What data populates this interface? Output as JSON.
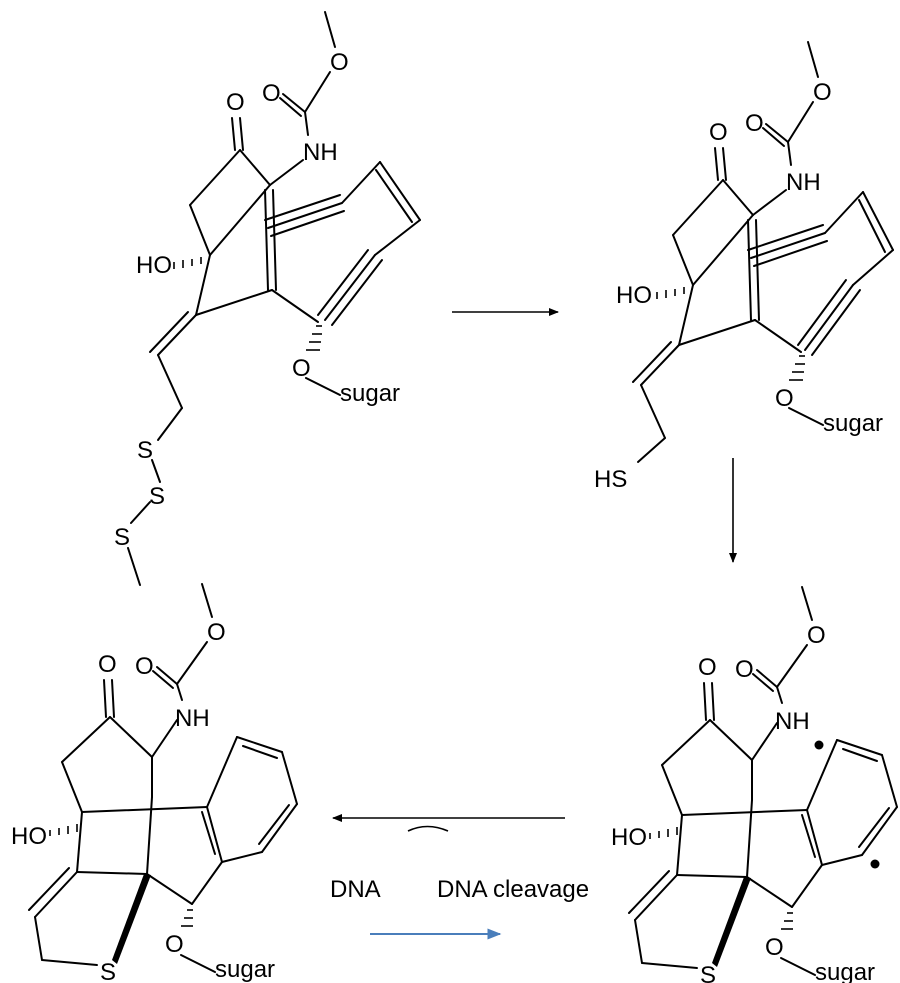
{
  "atoms": {
    "oxygen": "O",
    "amide_nitrogen": "NH",
    "hydroxyl": "HO",
    "glycoside": "sugar",
    "sulfur": "S",
    "thiol": "HS"
  },
  "conditions": {
    "reagent": "DNA",
    "outcome": "DNA cleavage"
  },
  "colors": {
    "bond": "#000000",
    "cleavage_arrow": "#4a7ebb"
  }
}
